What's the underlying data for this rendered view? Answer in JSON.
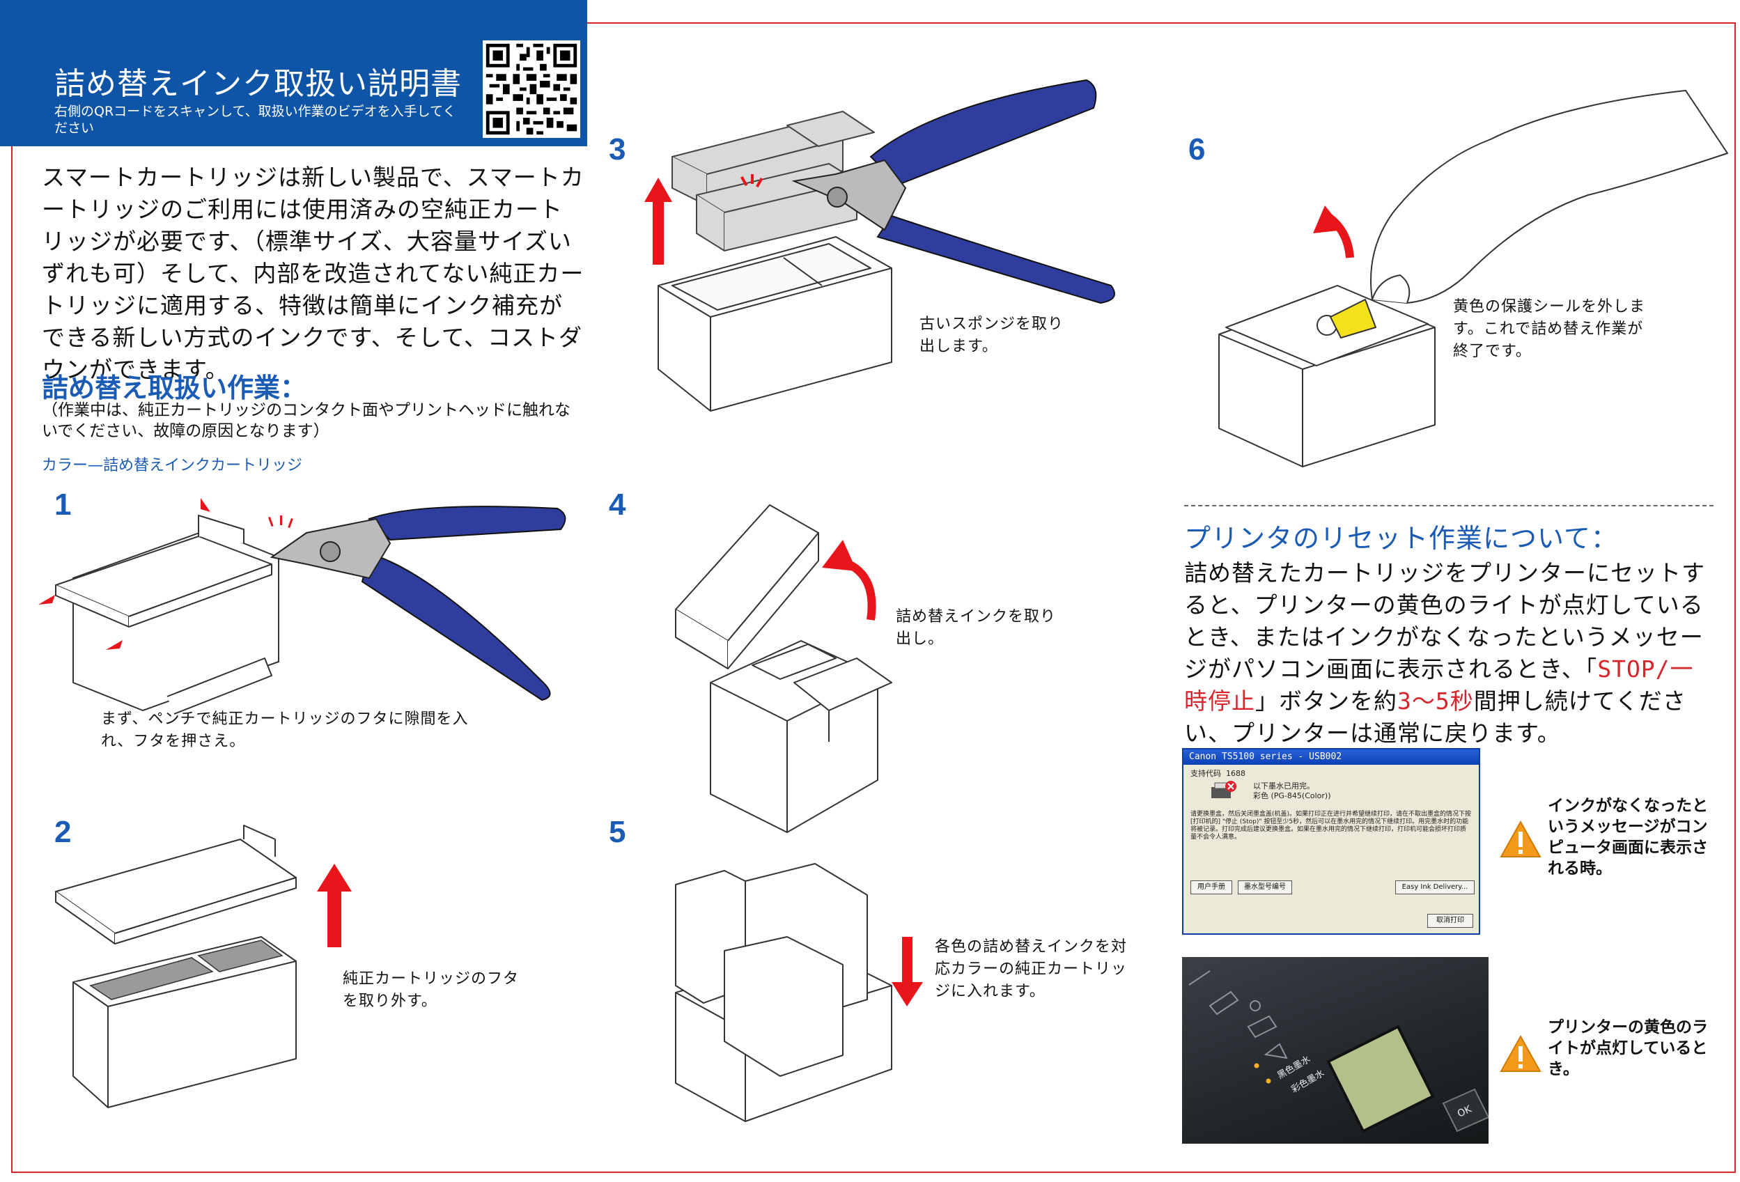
{
  "header": {
    "title": "詰め替えインク取扱い説明書",
    "subtitle": "右側のQRコードをスキャンして、取扱い作業のビデオを入手してください"
  },
  "intro": "スマートカートリッジは新しい製品で、スマートカートリッジのご利用には使用済みの空純正カートリッジが必要です、（標準サイズ、大容量サイズいずれも可）そして、内部を改造されてない純正カートリッジに適用する、特徴は簡単にインク補充ができる新しい方式のインクです、そして、コストダウンができます。",
  "procedure": {
    "title": "詰め替え取扱い作業：",
    "note": "（作業中は、純正カートリッジのコンタクト面やプリントヘッドに触れないでください、故障の原因となります）",
    "color_label": "カラー—詰め替えインクカートリッジ"
  },
  "steps": [
    {
      "num": "1",
      "caption": "まず、ペンチで純正カートリッジのフタに隙間を入れ、フタを押さえ。"
    },
    {
      "num": "2",
      "caption": "純正カートリッジのフタを取り外す。"
    },
    {
      "num": "3",
      "caption": "古いスポンジを取り出します。"
    },
    {
      "num": "4",
      "caption": "詰め替えインクを取り出し。"
    },
    {
      "num": "5",
      "caption": "各色の詰め替えインクを対応カラーの純正カートリッジに入れます。"
    },
    {
      "num": "6",
      "caption": "黄色の保護シールを外します。これで詰め替え作業が終了です。"
    }
  ],
  "reset": {
    "title": "プリンタのリセット作業について：",
    "body_1": "詰め替えたカートリッジをプリンターにセットすると、プリンターの黄色のライトが点灯しているとき、またはインクがなくなったというメッセージがパソコン画面に表示されるとき、「",
    "button_name": "STOP/一時停止",
    "body_2": "」ボタンを約",
    "seconds": "3～5秒",
    "body_3": "間押し続けてください、プリンターは通常に戻ります。"
  },
  "dialog": {
    "window_title": "Canon TS5100 series - USB002",
    "support_code_label": "支持代码",
    "support_code": "1688",
    "message_1": "以下墨水已用完。",
    "message_2": "彩色 (PG-845(Color))",
    "body": "请更换墨盒，然后关闭墨盒盖(机盖)。如果打印正在进行并希望继续打印，请在不取出墨盒的情况下按[打印机的] \"停止 (Stop)\" 按钮至少5秒，然后可以在墨水用完的情况下继续打印。用完墨水时的功能将被记录。打印完成后建议更换墨盒。如果在墨水用完的情况下继续打印，打印机可能会损坏打印质量不会令人满意。",
    "btn_manual": "用户手册",
    "btn_model": "墨水型号编号",
    "btn_easy": "Easy Ink Delivery...",
    "btn_cancel": "取消打印"
  },
  "warnings": [
    {
      "text": "インクがなくなったというメッセージがコンピュータ画面に表示される時。"
    },
    {
      "text": "プリンターの黄色のライトが点灯しているとき。"
    }
  ],
  "printer_panel": {
    "label_black": "黑色墨水",
    "label_color": "彩色墨水",
    "ok": "OK"
  },
  "colors": {
    "brand_blue": "#0f55a7",
    "title_blue": "#1a5bb5",
    "accent_red": "#d6252b",
    "plier_blue": "#2f3e9e",
    "seal_yellow": "#f4e11a"
  }
}
